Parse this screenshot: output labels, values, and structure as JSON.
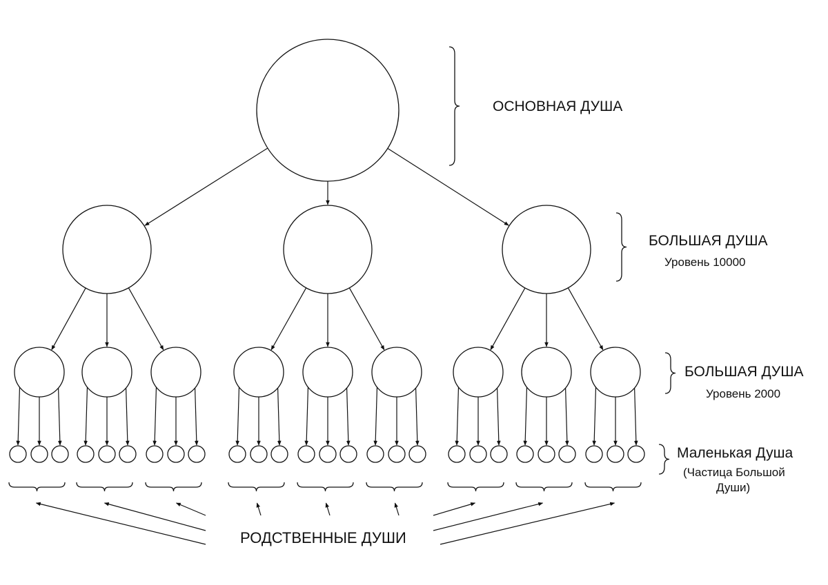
{
  "levels": {
    "main": {
      "label": "ОСНОВНАЯ ДУША"
    },
    "big_upper": {
      "label": "БОЛЬШАЯ ДУША",
      "sublabel": "Уровень 10000"
    },
    "big_lower": {
      "label": "БОЛЬШАЯ ДУША",
      "sublabel": "Уровень 2000"
    },
    "small": {
      "label": "Маленькая Душа",
      "sublabel_line1": "(Частица Большой",
      "sublabel_line2": "Души)"
    }
  },
  "kindred": {
    "label": "РОДСТВЕННЫЕ ДУШИ"
  },
  "colors": {
    "stroke": "#111111",
    "background": "#ffffff"
  }
}
